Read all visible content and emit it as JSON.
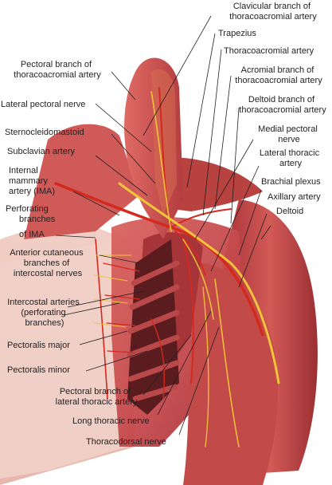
{
  "labels": {
    "clavicular_branch": [
      "Clavicular branch of",
      "thoracoacromial artery"
    ],
    "trapezius": [
      "Trapezius"
    ],
    "thoracoacromial_artery": [
      "Thoracoacromial artery"
    ],
    "acromial_branch": [
      "Acromial branch of",
      "thoracoacromial artery"
    ],
    "deltoid_branch": [
      "Deltoid branch of",
      "thoracoacromial artery"
    ],
    "medial_pectoral_nerve": [
      "Medial pectoral",
      "nerve"
    ],
    "lateral_thoracic_artery": [
      "Lateral thoracic",
      "artery"
    ],
    "brachial_plexus": [
      "Brachial plexus"
    ],
    "axillary_artery": [
      "Axillary artery"
    ],
    "deltoid": [
      "Deltoid"
    ],
    "pectoral_branch_thoracoacromial": [
      "Pectoral branch of",
      "thoracoacromial artery"
    ],
    "lateral_pectoral_nerve": [
      "Lateral pectoral nerve"
    ],
    "sternocleidomastoid": [
      "Sternocleidomastoid"
    ],
    "subclavian_artery": [
      "Subclavian artery"
    ],
    "internal_mammary_artery": [
      "Internal",
      "mammary",
      "artery (IMA)"
    ],
    "perforating_branches_ima": [
      "Perforating",
      "branches",
      "of IMA"
    ],
    "anterior_cutaneous_branches": [
      "Anterior cutaneous",
      "branches of",
      "intercostal nerves"
    ],
    "intercostal_arteries": [
      "Intercostal arteries",
      "(perforating",
      "branches)"
    ],
    "pectoralis_major": [
      "Pectoralis major"
    ],
    "pectoralis_minor": [
      "Pectoralis minor"
    ],
    "pectoral_branch_lateral_thoracic": [
      "Pectoral branch of",
      "lateral thoracic artery"
    ],
    "long_thoracic_nerve": [
      "Long thoracic nerve"
    ],
    "thoracodorsal_nerve": [
      "Thoracodorsal nerve"
    ]
  },
  "colors": {
    "muscle": "#c2464a",
    "muscle_dark": "#8e2a2c",
    "muscle_light": "#e49a95",
    "skin": "#f3d4cd",
    "artery": "#d42a1e",
    "nerve": "#f2c43a",
    "rib": "#5a1c1e",
    "text": "#231f20"
  }
}
